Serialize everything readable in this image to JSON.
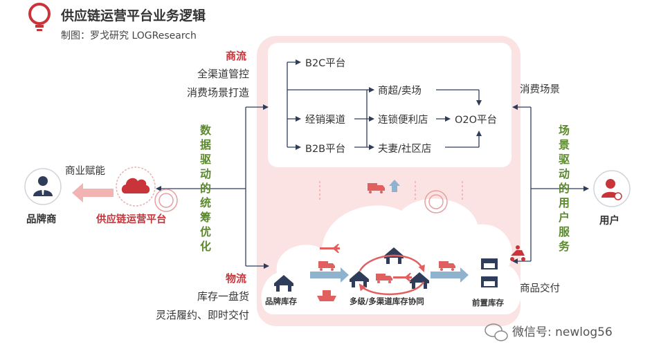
{
  "header": {
    "title": "供应链运营平台业务逻辑",
    "subtitle": "制图：罗戈研究 LOGResearch"
  },
  "commerce_flow": {
    "heading": "商流",
    "line1": "全渠道管控",
    "line2": "消费场景打造"
  },
  "logistics_flow": {
    "heading": "物流",
    "line1": "库存一盘货",
    "line2": "灵活履约、即时交付"
  },
  "data_driven": [
    "数",
    "据",
    "驱",
    "动",
    "的",
    "统",
    "筹",
    "优",
    "化"
  ],
  "scene_driven": [
    "场",
    "景",
    "驱",
    "动",
    "的",
    "用",
    "户",
    "服",
    "务"
  ],
  "brand": {
    "label": "品牌商",
    "empower": "商业赋能"
  },
  "platform": {
    "label": "供应链运营平台"
  },
  "user": {
    "label": "用户",
    "scene": "消费场景",
    "delivery": "商品交付"
  },
  "channels": {
    "b2c": "B2C平台",
    "distribution": "经销渠道",
    "b2b": "B2B平台",
    "supermarket": "商超/卖场",
    "chain_store": "连锁便利店",
    "mom_pop": "夫妻/社区店",
    "o2o": "O2O平台"
  },
  "warehouses": {
    "brand_inventory": "品牌库存",
    "multi_level": "多级/多渠道库存协同",
    "front_inventory": "前置库存"
  },
  "wechat": {
    "label": "微信号: newlog56"
  },
  "colors": {
    "accent_red": "#c8343a",
    "accent_green": "#5b8a2d",
    "panel_pink": "#fbe3e3",
    "navy": "#2f3d5a"
  }
}
